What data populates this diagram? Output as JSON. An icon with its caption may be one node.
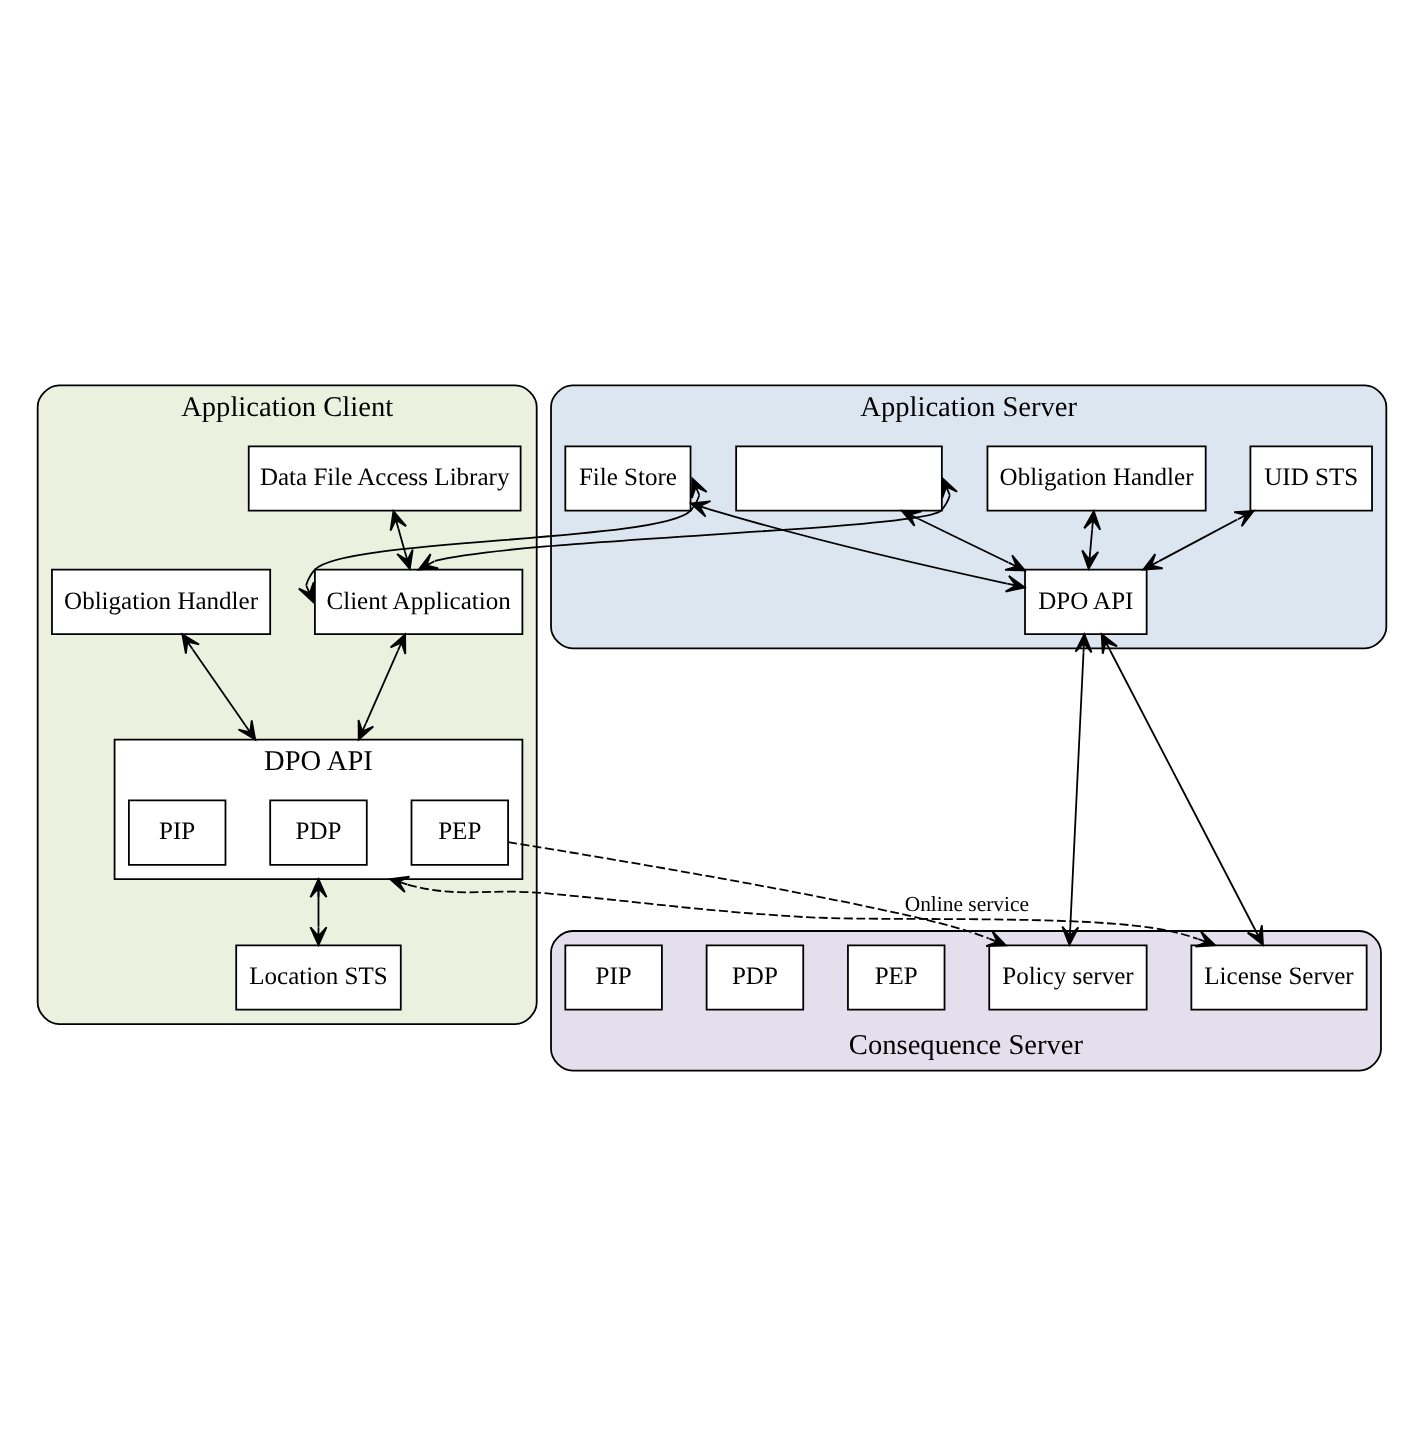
{
  "diagram": {
    "nodes": [
      {
        "text": [
          "Application Server"
        ]
      },
      {
        "text": [],
        "shape": "box",
        "in": 0
      },
      {
        "text": [
          "File Store"
        ],
        "in": 0
      },
      {
        "text": [
          "Obligation Handler"
        ],
        "in": 0
      },
      {
        "text": [
          "UID STS"
        ],
        "in": 0
      },
      {
        "text": [
          "DPO API"
        ],
        "in": 0
      },
      {
        "text": [
          "Application Client"
        ]
      },
      {
        "text": [
          "Data File Access Library"
        ],
        "in": 6
      },
      {
        "text": [
          "Client Application"
        ],
        "in": 6
      },
      {
        "text": [
          "Obligation Handler"
        ],
        "in": 6
      },
      {
        "text": [
          "DPO API"
        ],
        "in": 6
      },
      {
        "text": [
          "PDP"
        ],
        "in": 10
      },
      {
        "text": [
          "PEP"
        ],
        "in": 10
      },
      {
        "text": [
          "PIP"
        ],
        "in": 10
      },
      {
        "text": [
          "Location STS"
        ],
        "in": 6
      },
      {
        "text": [
          "Consequence Server"
        ]
      },
      {
        "text": [
          "License Server"
        ],
        "in": 15
      },
      {
        "text": [
          "Policy server"
        ],
        "in": 15
      },
      {
        "text": [
          "PEP"
        ],
        "in": 15
      },
      {
        "text": [
          "PDP"
        ],
        "in": 15
      },
      {
        "text": [
          "PIP"
        ],
        "in": 15
      }
    ],
    "edges": [
      {
        "from": 1,
        "to": 5,
        "arrow": "both"
      },
      {
        "from": 1,
        "to": 8,
        "arrow": "both"
      },
      {
        "from": 2,
        "to": 8,
        "arrow": "both"
      },
      {
        "from": 2,
        "to": 5,
        "arrow": "both"
      },
      {
        "from": 3,
        "to": 5,
        "arrow": "both"
      },
      {
        "from": 4,
        "to": 5,
        "arrow": "both"
      },
      {
        "from": 5,
        "to": 17,
        "arrow": "both"
      },
      {
        "from": 5,
        "to": 16,
        "arrow": "both"
      },
      {
        "from": 7,
        "to": 8,
        "arrow": "both"
      },
      {
        "from": 8,
        "to": 10,
        "arrow": "both"
      },
      {
        "from": 9,
        "to": 10,
        "arrow": "both"
      },
      {
        "from": 10,
        "to": 14,
        "arrow": "both"
      },
      {
        "from": 10,
        "to": 16,
        "arrow": "both",
        "style": "dashed"
      },
      {
        "from": 12,
        "to": 17,
        "arrow": "to",
        "style": "dashed",
        "label": "Online service"
      }
    ]
  }
}
